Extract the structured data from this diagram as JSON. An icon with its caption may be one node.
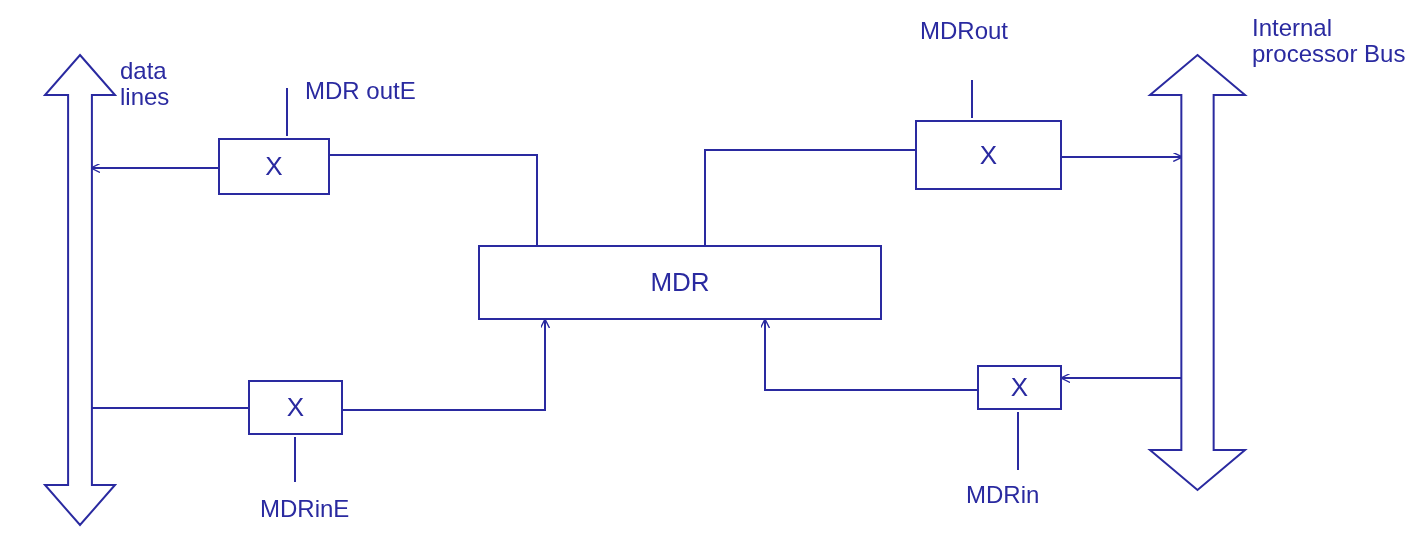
{
  "diagram": {
    "nodes": [
      {
        "text": [],
        "shape": "bar",
        "beside": [
          "data lines"
        ]
      },
      {
        "text": [
          "X"
        ],
        "beside": [
          "MDR outE"
        ]
      },
      {
        "text": [
          "MDR"
        ]
      },
      {
        "text": [
          "X"
        ],
        "beside": [
          "MDRout"
        ]
      },
      {
        "text": [],
        "shape": "bar",
        "beside": [
          "Internal processor Bus"
        ]
      },
      {
        "text": [
          "X"
        ],
        "beside": [
          "MDRinE"
        ]
      },
      {
        "text": [
          "X"
        ],
        "beside": [
          "MDRin"
        ]
      }
    ],
    "edges": [
      {
        "from": 1,
        "to": 0,
        "arrow": "to"
      },
      {
        "from": 2,
        "to": 1,
        "arrow": "none"
      },
      {
        "from": 2,
        "to": 3,
        "arrow": "none"
      },
      {
        "from": 3,
        "to": 4,
        "arrow": "to"
      },
      {
        "from": 0,
        "to": 5,
        "arrow": "none"
      },
      {
        "from": 5,
        "to": 2,
        "arrow": "to"
      },
      {
        "from": 4,
        "to": 6,
        "arrow": "to"
      },
      {
        "from": 6,
        "to": 2,
        "arrow": "to"
      }
    ]
  }
}
